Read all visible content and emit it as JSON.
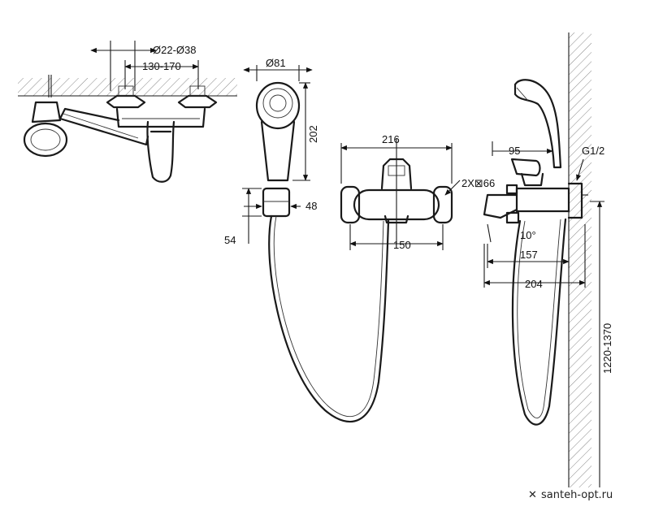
{
  "dimensions": {
    "supply_diameter": "Ø22-Ø38",
    "inlet_spacing": "130-170",
    "head_diameter": "Ø81",
    "handset_length": "202",
    "holder_width": "48",
    "holder_height": "54",
    "body_width": "216",
    "outlet_width": "150",
    "nut_label": "2X⊠66",
    "lever_reach": "95",
    "thread": "G1/2",
    "spout_angle": "10°",
    "spout_reach": "157",
    "total_depth": "204",
    "wall_height": "1220-1370"
  },
  "watermark": {
    "icon": "cross-star-icon",
    "text": "santeh-opt.ru"
  }
}
